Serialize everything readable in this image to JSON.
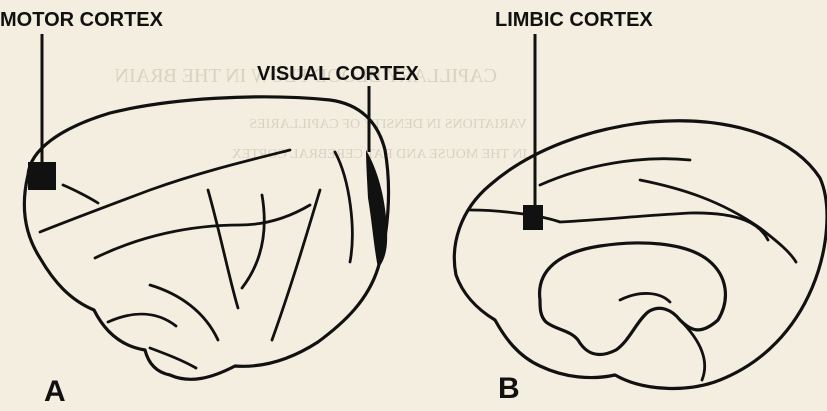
{
  "labels": {
    "motor_cortex": "MOTOR CORTEX",
    "visual_cortex": "VISUAL CORTEX",
    "limbic_cortex": "LIMBIC CORTEX",
    "panel_a": "A",
    "panel_b": "B"
  },
  "background_text": {
    "title": "CAPILLARY BLOOD FLOW IN THE BRAIN",
    "line1": "VARIATIONS IN DENSITY OF CAPILLARIES",
    "line2": "IN THE MOUSE AND RAT CEREBRAL CORTEX"
  },
  "colors": {
    "paper": "#f3eee0",
    "ink": "#111111",
    "bleed_through": "#d9d2c0"
  }
}
